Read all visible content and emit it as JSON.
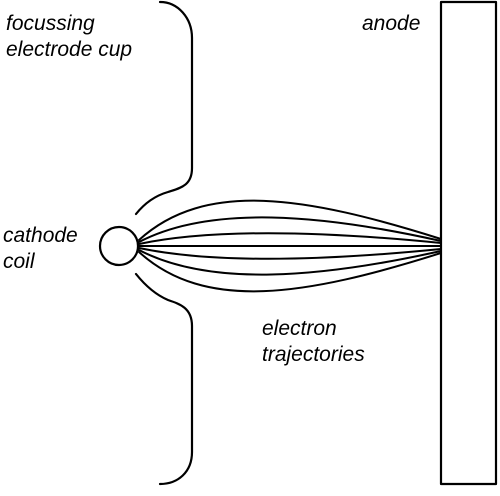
{
  "labels": {
    "focussing_line1": "focussing",
    "focussing_line2": "electrode cup",
    "anode": "anode",
    "cathode_line1": "cathode",
    "cathode_line2": "coil",
    "electron_line1": "electron",
    "electron_line2": "trajectories"
  },
  "colors": {
    "stroke": "#000000",
    "background": "#ffffff"
  }
}
